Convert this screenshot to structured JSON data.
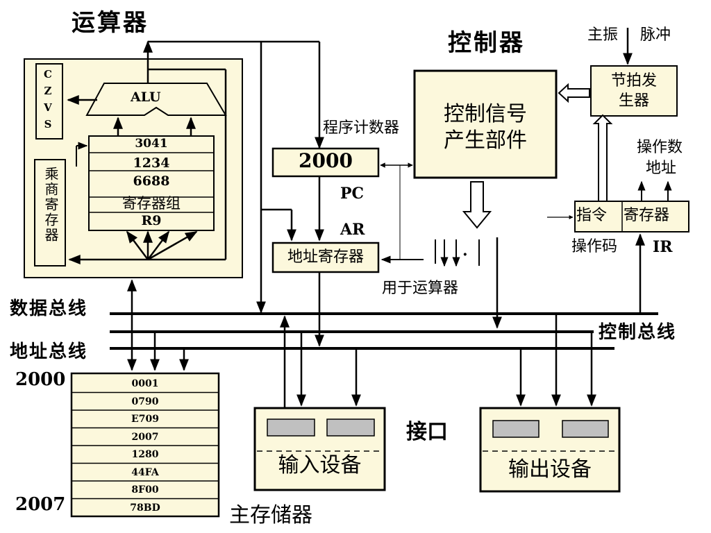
{
  "titles": {
    "alu_unit": "运算器",
    "control_unit": "控制器",
    "main_memory": "主存储器",
    "interface": "接口"
  },
  "alu_block": {
    "flags": "CZVS",
    "alu": "ALU",
    "mulq": "乘商寄存器",
    "registers": [
      "3041",
      "1234",
      "6688",
      "寄存器组",
      "R9"
    ]
  },
  "control": {
    "signal_unit": [
      "控制信号",
      "产生部件"
    ],
    "timing_unit": [
      "节拍发",
      "生器"
    ],
    "clock_label_1": "主振",
    "clock_label_2": "脉冲",
    "pc_caption": "程序计数器",
    "pc_value": "2000",
    "pc_name": "PC",
    "ar_name": "AR",
    "ar_box": "地址寄存器",
    "for_alu": "用于运算器",
    "ir_box_1": "指令",
    "ir_box_2": "寄存器",
    "opcode": "操作码",
    "ir_name": "IR",
    "operand_addr_1": "操作数",
    "operand_addr_2": "地址",
    "dots": "·"
  },
  "buses": {
    "data": "数据总线",
    "control": "控制总线",
    "address": "地址总线"
  },
  "memory": {
    "start_addr": "2000",
    "end_addr": "2007",
    "cells": [
      "0001",
      "0790",
      "E709",
      "2007",
      "1280",
      "44FA",
      "8F00",
      "78BD"
    ]
  },
  "devices": {
    "input": "输入设备",
    "output": "输出设备"
  },
  "colors": {
    "box_fill": "#fcf8dc",
    "gray_fill": "#c0c0c0"
  }
}
